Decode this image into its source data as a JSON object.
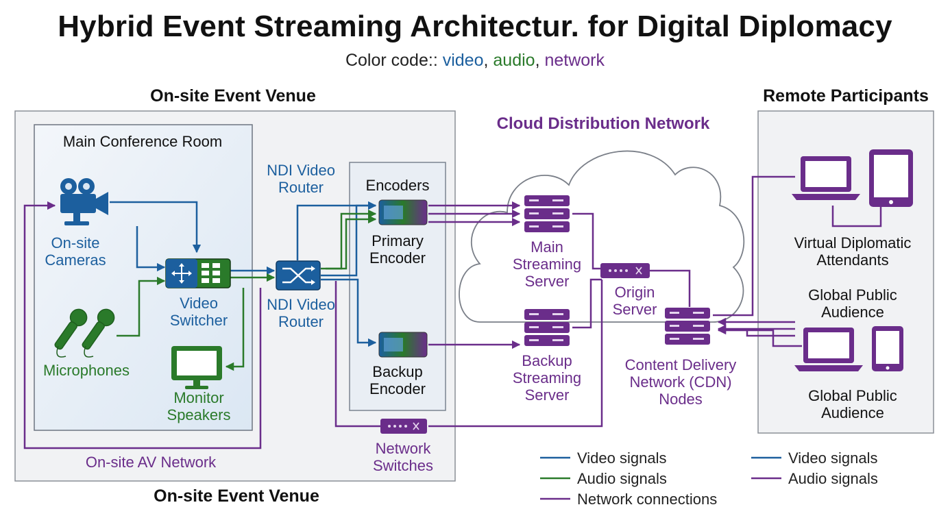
{
  "title": "Hybrid Event Streaming Architectur. for Digital Diplomacy",
  "subtitle": {
    "prefix": "Color code:: ",
    "video": "video",
    "sep1": ", ",
    "audio": "audio",
    "sep2": ", ",
    "network": "network"
  },
  "colors": {
    "video": "#1c5f9e",
    "audio": "#2a7a2a",
    "network": "#6a2d8a"
  },
  "venue": {
    "top_label": "On-site Event Venue",
    "bottom_label": "On-site Event Venue",
    "room_label": "Main Conference Room",
    "cameras": "On-site\nCameras",
    "microphones": "Microphones",
    "video_switcher": "Video\nSwitcher",
    "monitor_speakers": "Monitor\nSpeakers",
    "ndi_router_top": "NDI Video\nRouter",
    "ndi_router_bottom": "NDI Video\nRouter",
    "encoders_label": "Encoders",
    "primary_encoder": "Primary\nEncoder",
    "backup_encoder": "Backup\nEncoder",
    "av_network": "On-site AV Network",
    "network_switches": "Network\nSwitches"
  },
  "cloud": {
    "label": "Cloud Distribution Network",
    "main_server": "Main\nStreaming\nServer",
    "backup_server": "Backup\nStreaming\nServer",
    "origin_server": "Origin\nServer",
    "cdn_nodes": "Content Delivery\nNetwork (CDN)\nNodes"
  },
  "remote": {
    "label": "Remote Participants",
    "virtual_attendants": "Virtual Diplomatic\nAttendants",
    "global_public_1": "Global Public\nAudience",
    "global_public_2": "Global Public\nAudience"
  },
  "legend": {
    "left": [
      "Video signals",
      "Audio signals",
      "Network connections"
    ],
    "right": [
      "Video signals",
      "Audio signals"
    ]
  }
}
